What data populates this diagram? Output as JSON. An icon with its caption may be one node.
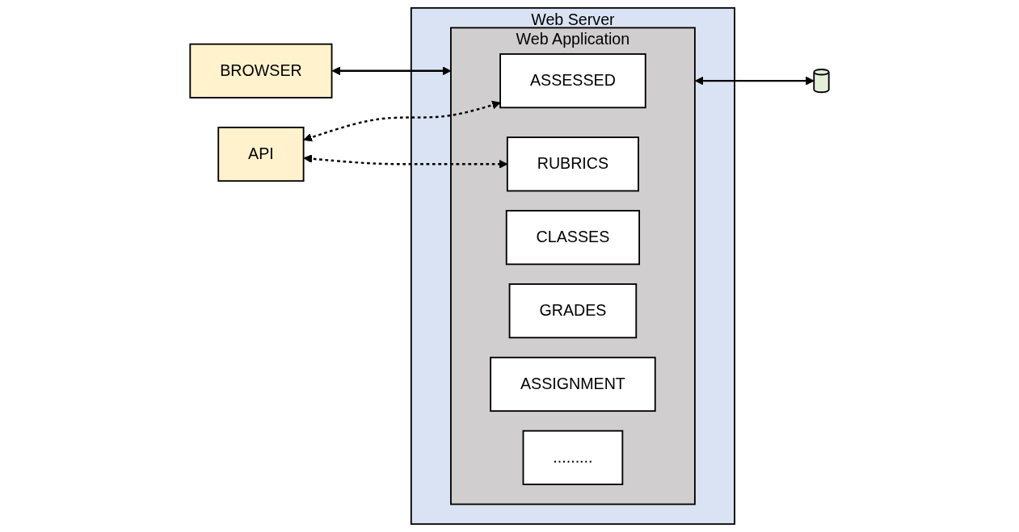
{
  "diagram": {
    "nodes": [
      {
        "text": [
          "Web Server"
        ]
      },
      {
        "text": [
          "Web Application"
        ],
        "in": 0
      },
      {
        "text": [
          "ASSESSED"
        ],
        "in": 1
      },
      {
        "text": [
          "RUBRICS"
        ],
        "in": 1
      },
      {
        "text": [
          "CLASSES"
        ],
        "in": 1
      },
      {
        "text": [
          "GRADES"
        ],
        "in": 1
      },
      {
        "text": [
          "ASSIGNMENT"
        ],
        "in": 1
      },
      {
        "text": [
          "........."
        ],
        "in": 1
      },
      {
        "text": [
          "API"
        ]
      },
      {
        "text": [
          "BROWSER"
        ]
      },
      {
        "text": [],
        "shape": "cylinder"
      }
    ],
    "edges": [
      {
        "from": 8,
        "to": 2,
        "arrow": "both",
        "style": "dashed"
      },
      {
        "from": 8,
        "to": 3,
        "arrow": "both",
        "style": "dashed"
      },
      {
        "from": 9,
        "to": 1,
        "arrow": "both"
      },
      {
        "from": 1,
        "to": 10,
        "arrow": "both"
      }
    ]
  }
}
